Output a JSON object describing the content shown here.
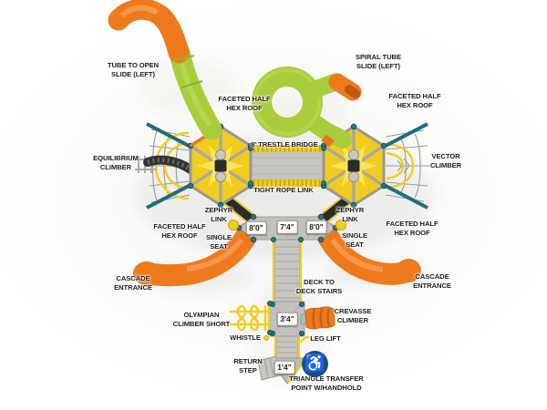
{
  "diagram": {
    "title": "playground-structure-top-view",
    "colors": {
      "slide_orange": "#EF7A1E",
      "tube_green": "#A9CC3A",
      "roof_yellow": "#F2CE1C",
      "deck_gray": "#C2C1BD",
      "frame_teal": "#1E6E78",
      "link_black": "#2B2B2B",
      "label_text": "#1F1D1B",
      "badge_bg": "#FBFBF9",
      "accessibility_blue": "#17507D"
    },
    "labels": [
      {
        "name": "tube-to-open-slide",
        "text": "TUBE TO OPEN\nSLIDE (LEFT)"
      },
      {
        "name": "spiral-tube-slide",
        "text": "SPIRAL TUBE\nSLIDE (LEFT)"
      },
      {
        "name": "faceted-half-hex-roof-top-left",
        "text": "FACETED HALF\nHEX ROOF"
      },
      {
        "name": "faceted-half-hex-roof-top-right",
        "text": "FACETED HALF\nHEX ROOF"
      },
      {
        "name": "equilibrium-climber",
        "text": "EQUILIBRIUM\nCLIMBER"
      },
      {
        "name": "vector-climber",
        "text": "VECTOR\nCLIMBER"
      },
      {
        "name": "trestle-bridge",
        "text": "8' TRESTLE BRIDGE"
      },
      {
        "name": "tight-rope-link",
        "text": "TIGHT ROPE LINK"
      },
      {
        "name": "zephyr-link-left",
        "text": "ZEPHYR\nLINK"
      },
      {
        "name": "zephyr-link-right",
        "text": "ZEPHYR\nLINK"
      },
      {
        "name": "faceted-half-hex-roof-bottom-left",
        "text": "FACETED HALF\nHEX ROOF"
      },
      {
        "name": "faceted-half-hex-roof-bottom-right",
        "text": "FACETED HALF\nHEX ROOF"
      },
      {
        "name": "single-seat-left",
        "text": "SINGLE\nSEAT"
      },
      {
        "name": "single-seat-right",
        "text": "SINGLE\nSEAT"
      },
      {
        "name": "cascade-entrance-left",
        "text": "CASCADE\nENTRANCE"
      },
      {
        "name": "cascade-entrance-right",
        "text": "CASCADE\nENTRANCE"
      },
      {
        "name": "deck-to-deck-stairs",
        "text": "DECK TO\nDECK STAIRS"
      },
      {
        "name": "olympian-climber-short",
        "text": "OLYMPIAN\nCLIMBER SHORT"
      },
      {
        "name": "whistle",
        "text": "WHISTLE"
      },
      {
        "name": "crevasse-climber",
        "text": "CREVASSE\nCLIMBER"
      },
      {
        "name": "leg-lift",
        "text": "LEG LIFT"
      },
      {
        "name": "return-step",
        "text": "RETURN\nSTEP"
      },
      {
        "name": "triangle-transfer-point",
        "text": "TRIANGLE TRANSFER\nPOINT W/HANDHOLD"
      }
    ],
    "deck_heights": [
      {
        "name": "deck-height-left",
        "text": "8'0\""
      },
      {
        "name": "deck-height-center",
        "text": "7'4\""
      },
      {
        "name": "deck-height-right",
        "text": "8'0\""
      },
      {
        "name": "deck-height-lower",
        "text": "3'4\""
      },
      {
        "name": "deck-height-bottom",
        "text": "1'4\""
      }
    ],
    "icons": {
      "accessibility": "♿"
    }
  }
}
